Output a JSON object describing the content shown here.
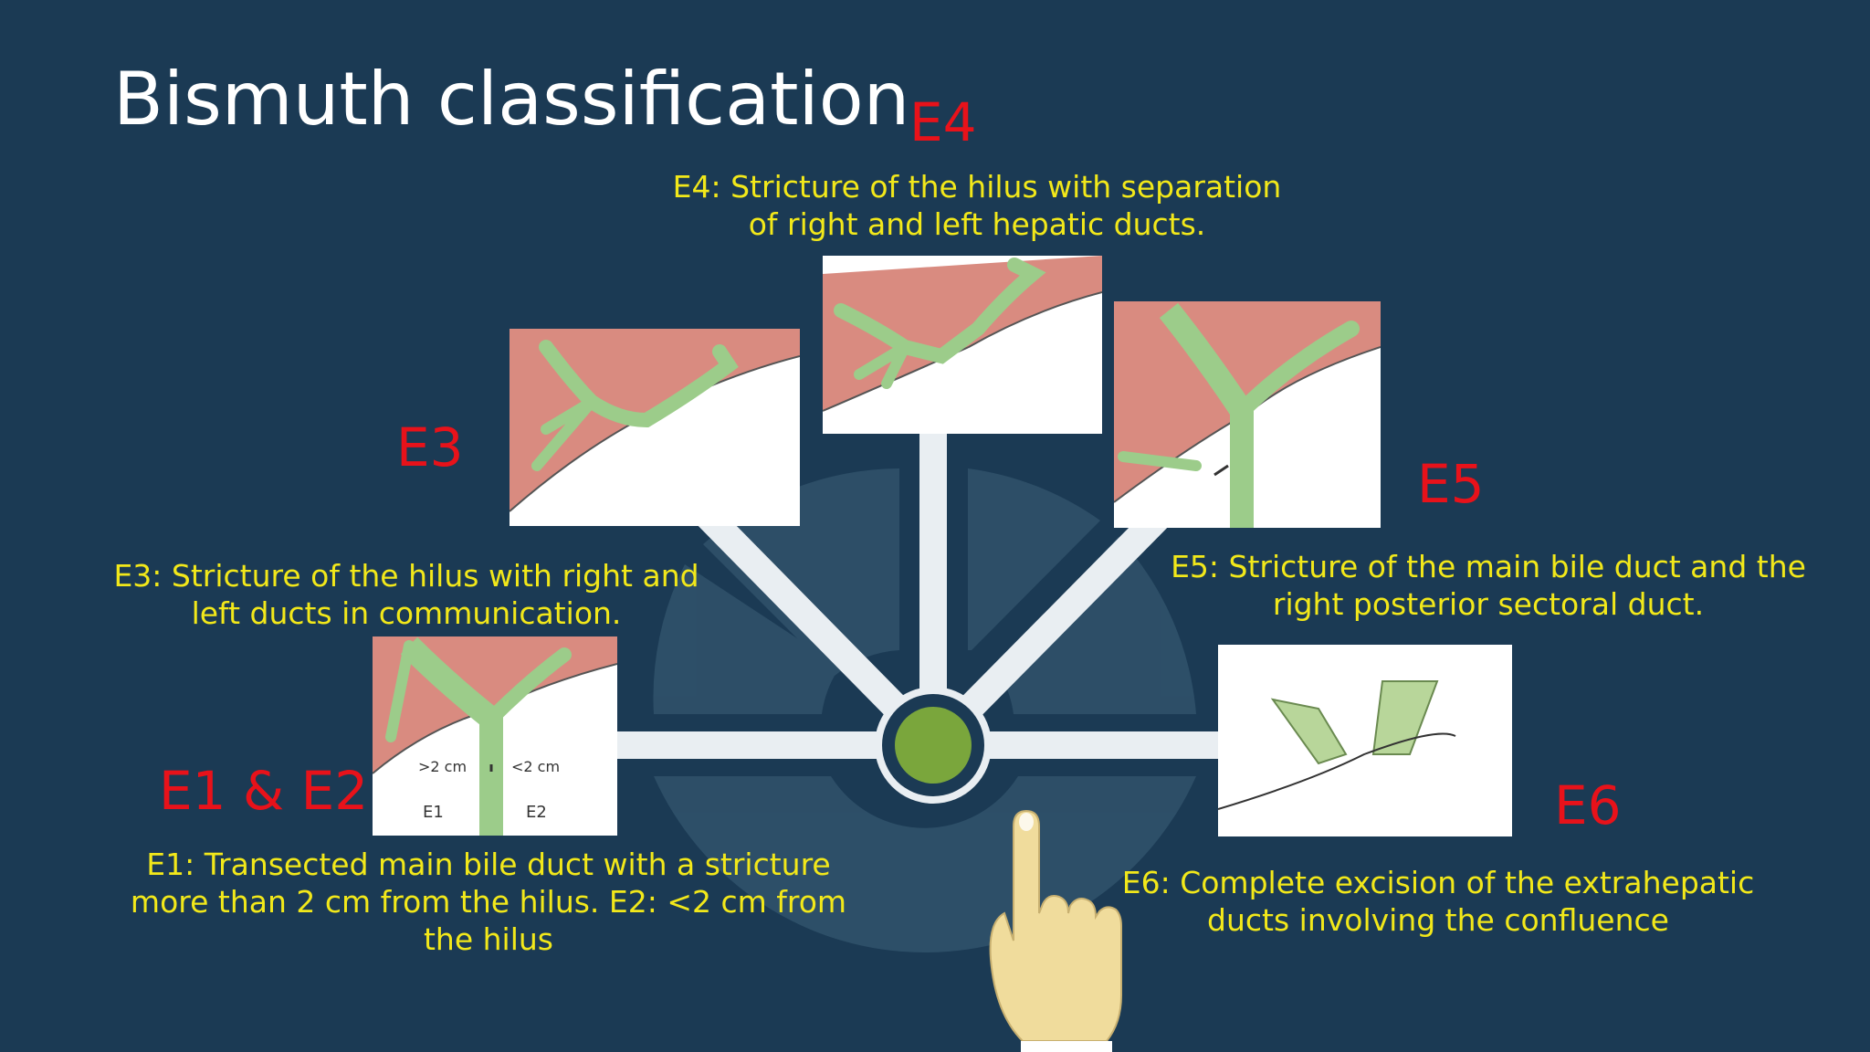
{
  "title": "Bismuth classification",
  "items": [
    {
      "label": "E1 & E2",
      "desc_lines": [
        "E1: Transected main bile duct with a stricture",
        "more than 2 cm from the hilus. E2: <2 cm from",
        "the hilus"
      ],
      "figure_text": {
        "left_measure": ">2 cm",
        "right_measure": "<2 cm",
        "left_tag": "E1",
        "right_tag": "E2"
      }
    },
    {
      "label": "E3",
      "desc_lines": [
        "E3: Stricture of the hilus with right and",
        "left ducts in communication."
      ]
    },
    {
      "label": "E4",
      "desc_lines": [
        "E4: Stricture of the hilus with separation",
        "of right and left hepatic ducts."
      ]
    },
    {
      "label": "E5",
      "desc_lines": [
        "E5: Stricture of the main bile duct and the",
        "right posterior sectoral duct."
      ]
    },
    {
      "label": "E6",
      "desc_lines": [
        "E6: Complete excision of the extrahepatic",
        "ducts involving the confluence"
      ]
    }
  ],
  "colors": {
    "background": "#1b3a54",
    "label": "#e8121a",
    "description": "#f2e81a",
    "hub": "#7aa63c",
    "connector": "#e9eef2",
    "duct": "#9ccc8a",
    "liver": "#d98b80"
  },
  "icons": {
    "pointer": "pointing-hand-icon",
    "hub": "hub-circle"
  }
}
